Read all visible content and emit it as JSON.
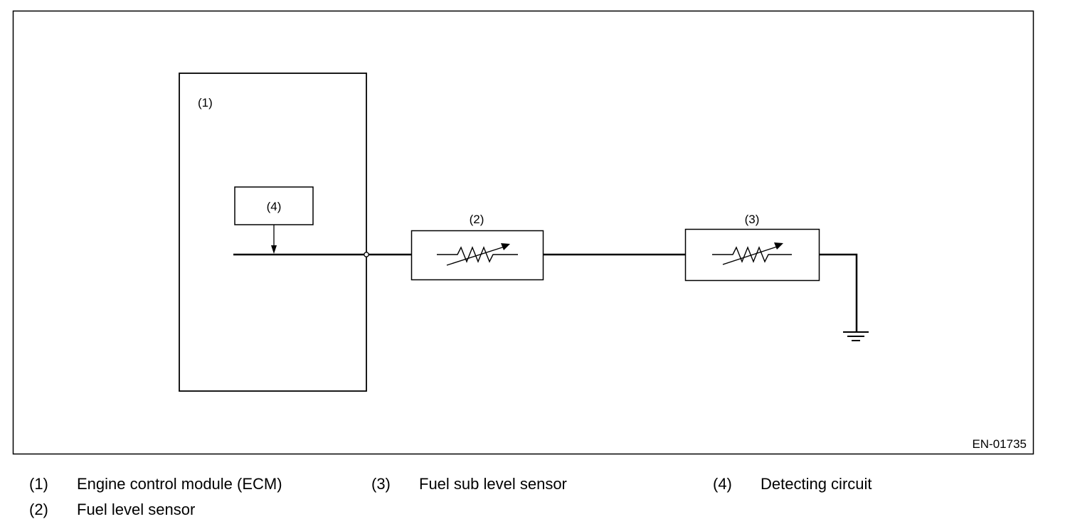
{
  "diagram": {
    "reference_code": "EN-01735",
    "callouts": {
      "ecm": "(1)",
      "fuel_level_sensor": "(2)",
      "fuel_sub_level_sensor": "(3)",
      "detecting_circuit": "(4)"
    }
  },
  "legend": [
    {
      "num": "(1)",
      "text": "Engine control module (ECM)"
    },
    {
      "num": "(2)",
      "text": "Fuel level sensor"
    },
    {
      "num": "(3)",
      "text": "Fuel sub level sensor"
    },
    {
      "num": "(4)",
      "text": "Detecting circuit"
    }
  ]
}
